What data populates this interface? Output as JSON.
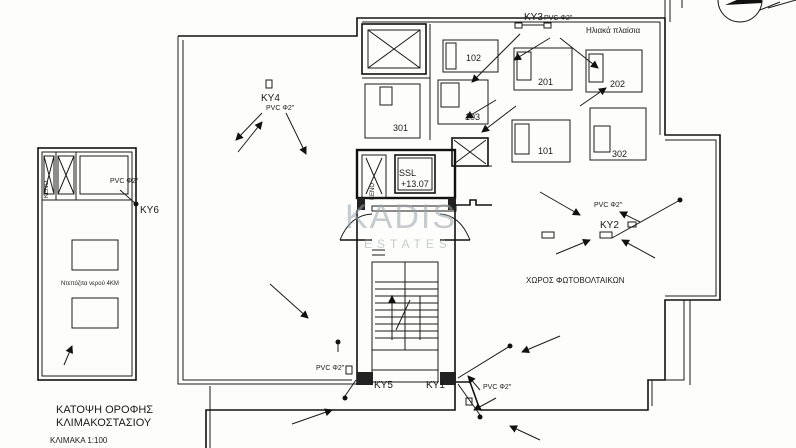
{
  "drain_labels": {
    "ky1": "KY1",
    "ky2": "KY2",
    "ky3": "KY3",
    "ky4": "KY4",
    "ky5": "KY5",
    "ky6": "KY6"
  },
  "pipe_note": "PVC Φ2\"",
  "units": {
    "u102": "102",
    "u103": "103",
    "u201": "201",
    "u202": "202",
    "u101": "101",
    "u302": "302",
    "u301": "301"
  },
  "solar_heaters_label": "Ηλιακά πλαίσια",
  "ssl_label": "SSL",
  "ssl_level": "+13.07",
  "void_label": "ΚΕΝΟ",
  "photovoltaic_area": "ΧΩΡΟΣ ΦΩΤΟΒΟΛΤΑΙΚΩΝ",
  "water_tank": "Ντεπόζιτα νερού 4ΚΜ",
  "title_line1": "ΚΑΤΟΨΗ ΟΡΟΦΗΣ",
  "title_line2": "ΚΛΙΜΑΚΟΣΤΑΣΙΟΥ",
  "scale": "ΚΛΙΜΑΚΑ 1:100",
  "watermark_main": "KADIS",
  "watermark_sub": "ESTATES",
  "colors": {
    "line": "#111111",
    "paper": "#fdfdfb",
    "watermark": "#9aa4aa"
  }
}
